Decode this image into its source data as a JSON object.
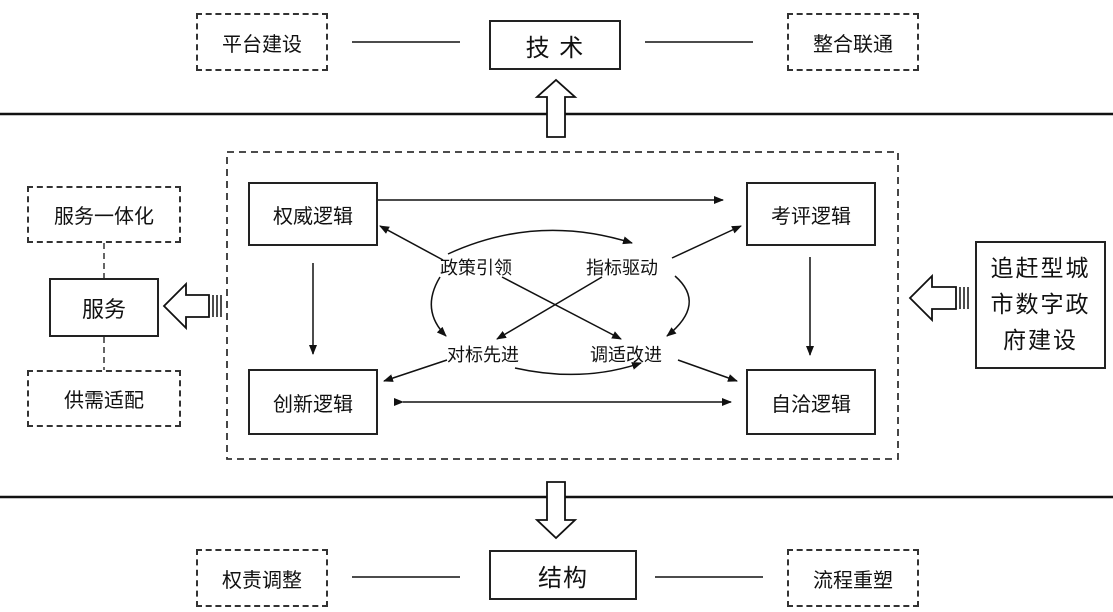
{
  "top": {
    "left": "平台建设",
    "center": "技 术",
    "right": "整合联通"
  },
  "bottom": {
    "left": "权责调整",
    "center": "结构",
    "right": "流程重塑"
  },
  "service": {
    "top": "服务一体化",
    "center": "服务",
    "bottom": "供需适配"
  },
  "logic": {
    "authority": "权威逻辑",
    "evaluation": "考评逻辑",
    "innovation": "创新逻辑",
    "autonomy": "自洽逻辑"
  },
  "mechanisms": {
    "policy": "政策引领",
    "indicator": "指标驱动",
    "benchmark": "对标先进",
    "adjust": "调适改进"
  },
  "driver": [
    "追赶型城",
    "市数字政",
    "府建设"
  ]
}
